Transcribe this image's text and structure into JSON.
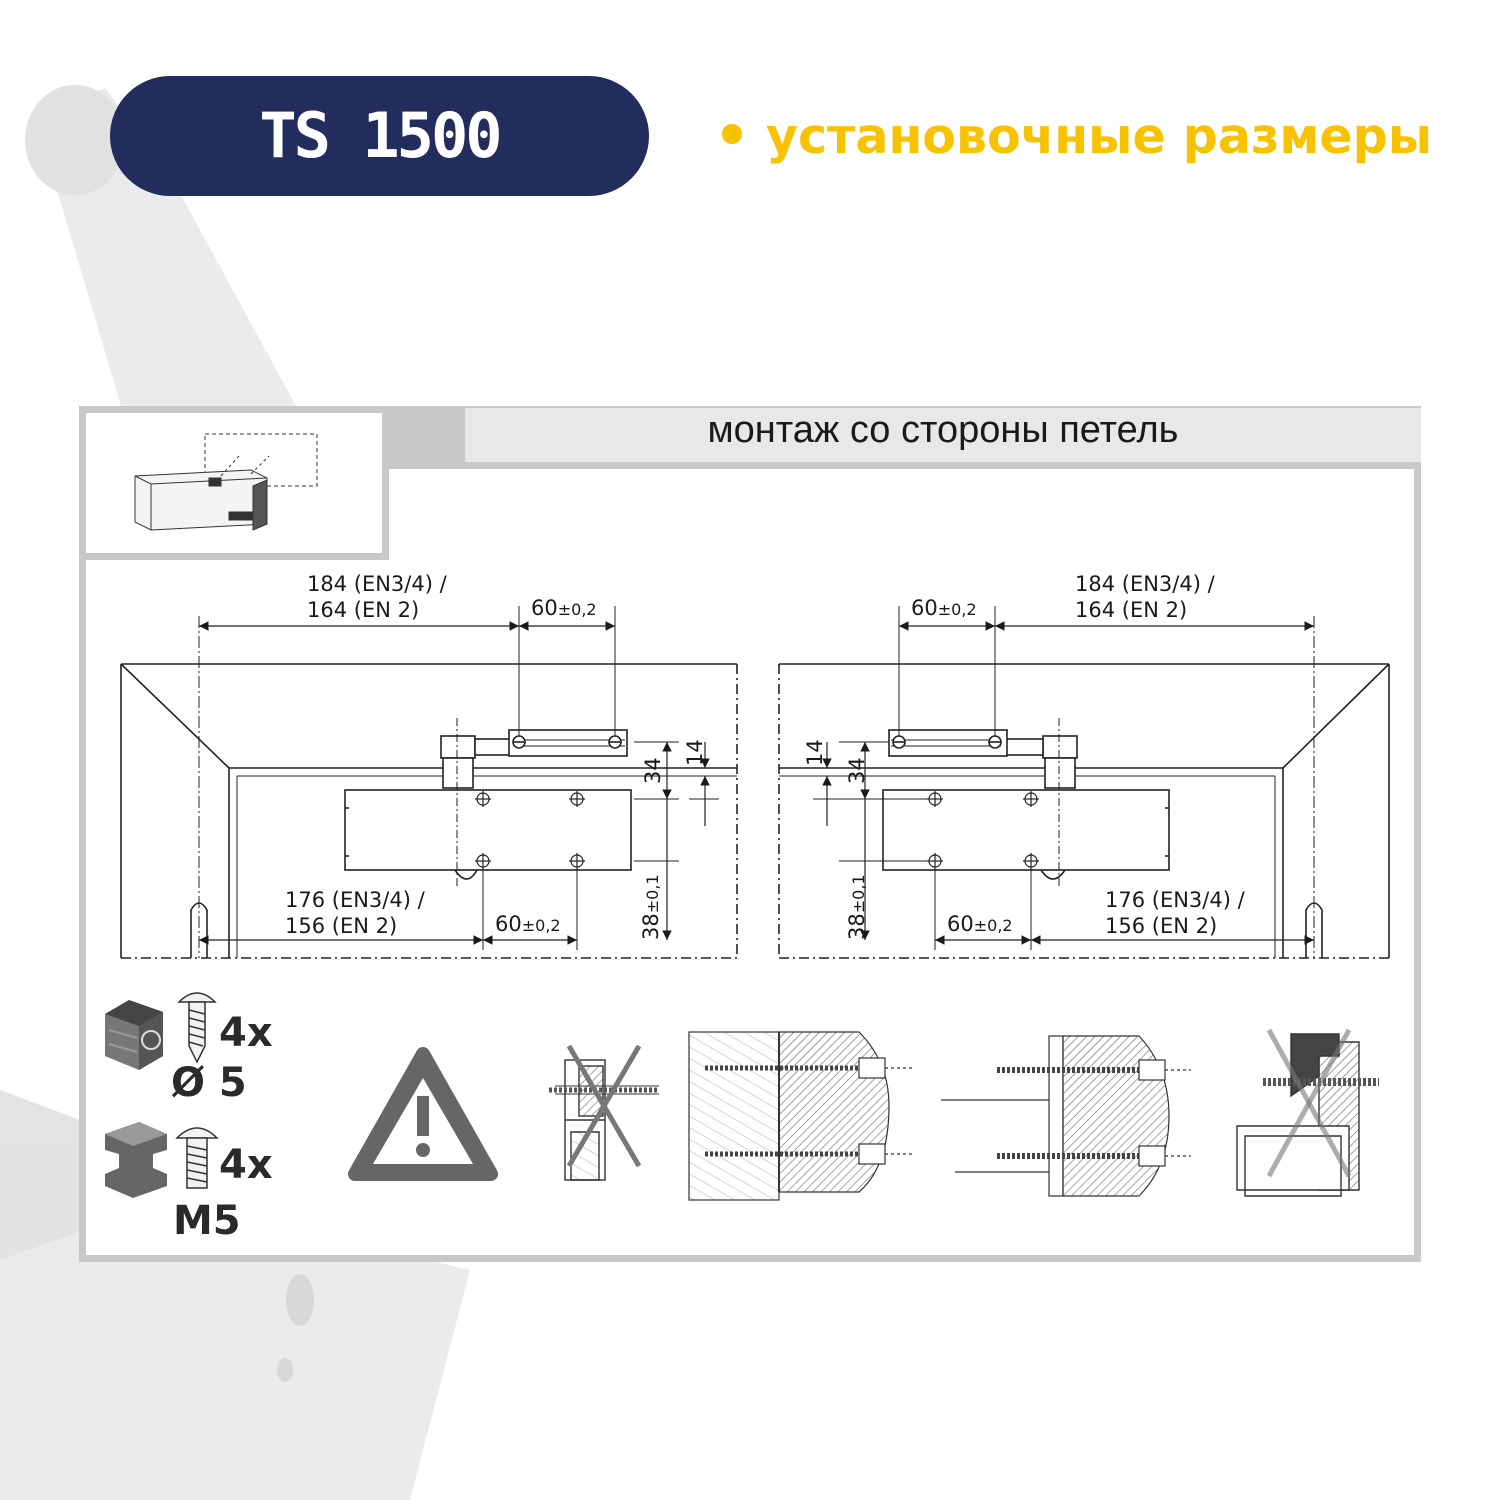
{
  "header": {
    "product": "TS 1500",
    "subtitle": "установочные размеры",
    "pill_color": "#222d5d",
    "accent_color": "#f7c200"
  },
  "panel": {
    "heading": "монтаж со стороны петель",
    "frame_color": "#c8c8c8"
  },
  "left_drawing": {
    "top_dim_line1": "184 (EN3/4) /",
    "top_dim_line2": "164 (EN 2)",
    "top_pitch": "60",
    "top_pitch_tol": "±0,2",
    "bottom_dim_line1": "176 (EN3/4) /",
    "bottom_dim_line2": "156 (EN 2)",
    "bottom_pitch": "60",
    "bottom_pitch_tol": "±0,2",
    "v_14": "14",
    "v_34": "34",
    "v_38": "38",
    "v_38_tol": "±0,1"
  },
  "right_drawing": {
    "top_dim_line1": "184 (EN3/4) /",
    "top_dim_line2": "164 (EN 2)",
    "top_pitch": "60",
    "top_pitch_tol": "±0,2",
    "bottom_dim_line1": "176 (EN3/4) /",
    "bottom_dim_line2": "156 (EN 2)",
    "bottom_pitch": "60",
    "bottom_pitch_tol": "±0,2",
    "v_14": "14",
    "v_34": "34",
    "v_38": "38",
    "v_38_tol": "±0,1"
  },
  "fixings": {
    "wood_count": "4x",
    "wood_size": "Ø 5",
    "metal_count": "4x",
    "metal_size": "M5",
    "wood_icon": "wood-screw-icon",
    "metal_icon": "metal-screw-icon",
    "warning_icon": "warning-icon"
  }
}
